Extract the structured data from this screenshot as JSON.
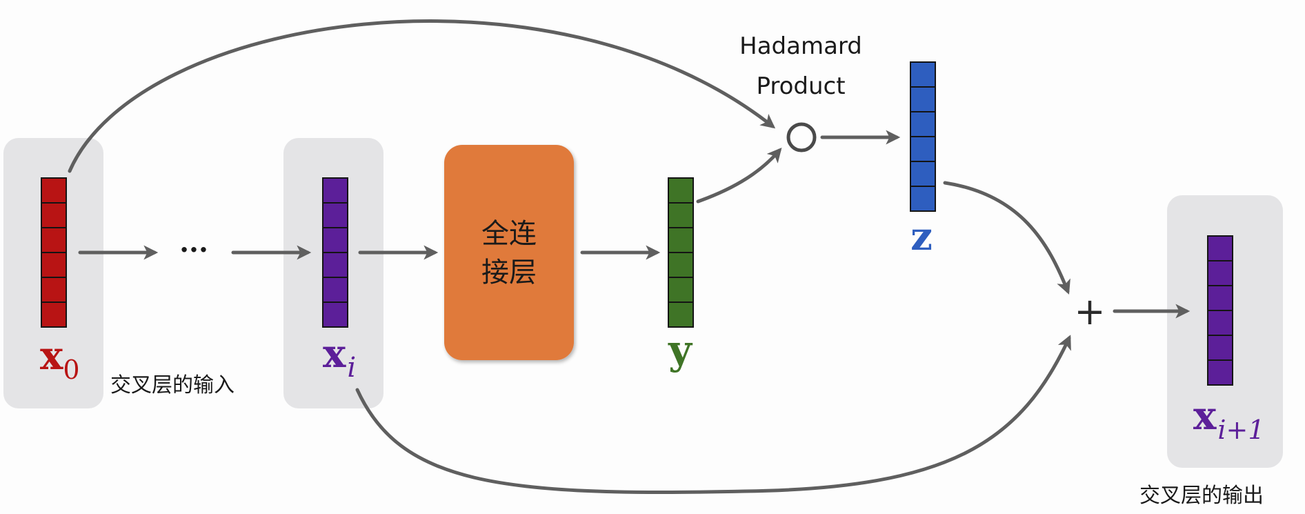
{
  "colors": {
    "red": "#b81414",
    "purple": "#5c1f99",
    "green": "#3f7426",
    "blue": "#2e5ebf",
    "orange": "#e07a3a",
    "panel": "#e4e4e6",
    "arrow": "#5f5f5f",
    "text": "#1a1a1a"
  },
  "vectors": {
    "x0": {
      "label": "x",
      "sub": "0"
    },
    "xi": {
      "label": "x",
      "sub": "i"
    },
    "y": {
      "label": "y"
    },
    "z": {
      "label": "z"
    },
    "xout": {
      "label": "x",
      "sub": "i+1"
    }
  },
  "fc_block": {
    "line1": "全连",
    "line2": "接层"
  },
  "ellipsis": "···",
  "hadamard": {
    "line1": "Hadamard",
    "line2": "Product"
  },
  "plus": "+",
  "captions": {
    "input": "交叉层的输入",
    "output": "交叉层的输出"
  }
}
